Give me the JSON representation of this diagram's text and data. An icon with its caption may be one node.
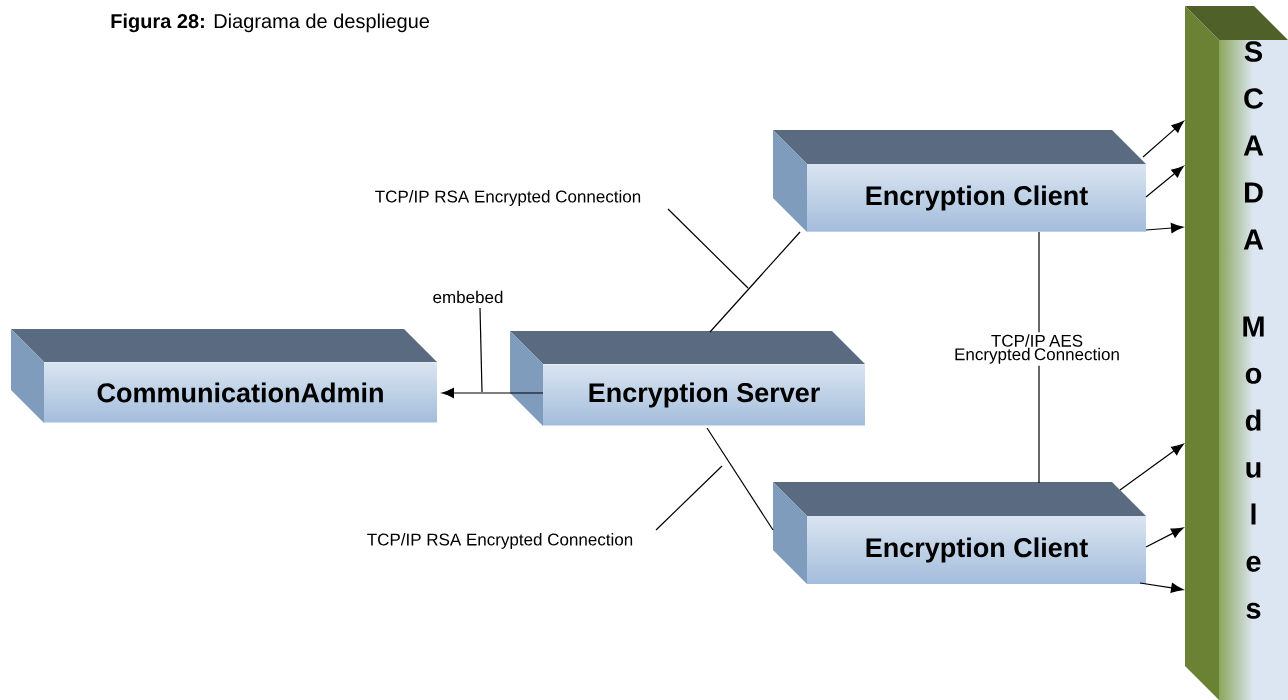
{
  "diagram": {
    "title": "**Figura 28:** Diagrama de despliegue",
    "nodes": [
      {
        "text": [
          "CommunicationAdmin"
        ]
      },
      {
        "text": [
          "Encryption Server"
        ]
      },
      {
        "text": [
          "Encryption Client"
        ]
      },
      {
        "text": [
          "Encryption Client"
        ]
      },
      {
        "text": [
          "SCADA Modules"
        ]
      },
      {
        "text": [
          "embebed"
        ]
      },
      {
        "text": [
          "TCP/IP RSA Encrypted Connection"
        ]
      },
      {
        "text": [
          "TCP/IP RSA Encrypted Connection"
        ]
      }
    ],
    "edges": [
      {
        "from": 1,
        "to": 0,
        "arrow": "to"
      },
      {
        "from": 1,
        "to": 2,
        "arrow": "none"
      },
      {
        "from": 1,
        "to": 3,
        "arrow": "none"
      },
      {
        "from": 2,
        "to": 3,
        "arrow": "none",
        "label": "TCP/IP AES Encrypted Connection"
      },
      {
        "from": 2,
        "to": 4,
        "arrow": "to"
      },
      {
        "from": 2,
        "to": 4,
        "arrow": "to"
      },
      {
        "from": 2,
        "to": 4,
        "arrow": "to"
      },
      {
        "from": 3,
        "to": 4,
        "arrow": "to"
      },
      {
        "from": 3,
        "to": 4,
        "arrow": "to"
      },
      {
        "from": 3,
        "to": 4,
        "arrow": "to"
      },
      {
        "from": 5,
        "to": null,
        "arrow": "none"
      },
      {
        "from": 6,
        "to": null,
        "arrow": "none"
      },
      {
        "from": 7,
        "to": null,
        "arrow": "none"
      }
    ]
  }
}
